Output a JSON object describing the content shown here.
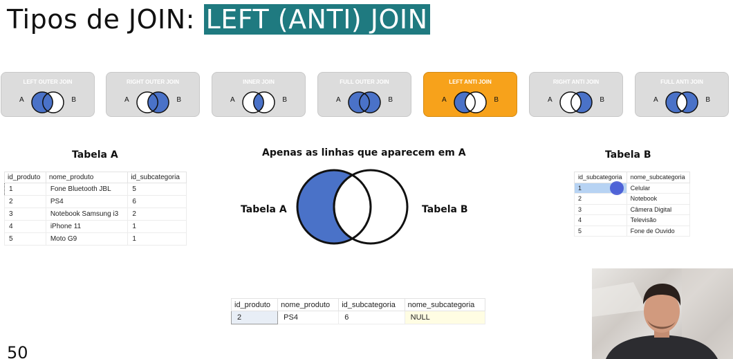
{
  "title": {
    "prefix": "Tipos de JOIN:",
    "highlight": "LEFT (ANTI) JOIN"
  },
  "join_types": [
    {
      "label": "LEFT OUTER JOIN",
      "a": "A",
      "b": "B",
      "active": false
    },
    {
      "label": "RIGHT OUTER JOIN",
      "a": "A",
      "b": "B",
      "active": false
    },
    {
      "label": "INNER JOIN",
      "a": "A",
      "b": "B",
      "active": false
    },
    {
      "label": "FULL OUTER JOIN",
      "a": "A",
      "b": "B",
      "active": false
    },
    {
      "label": "LEFT ANTI JOIN",
      "a": "A",
      "b": "B",
      "active": true
    },
    {
      "label": "RIGHT ANTI JOIN",
      "a": "A",
      "b": "B",
      "active": false
    },
    {
      "label": "FULL ANTI JOIN",
      "a": "A",
      "b": "B",
      "active": false
    }
  ],
  "table_a": {
    "caption": "Tabela A",
    "headers": [
      "id_produto",
      "nome_produto",
      "id_subcategoria"
    ],
    "rows": [
      [
        "1",
        "Fone Bluetooth JBL",
        "5"
      ],
      [
        "2",
        "PS4",
        "6"
      ],
      [
        "3",
        "Notebook Samsung i3",
        "2"
      ],
      [
        "4",
        "iPhone 11",
        "1"
      ],
      [
        "5",
        "Moto G9",
        "1"
      ]
    ]
  },
  "venn": {
    "caption": "Apenas as linhas que aparecem em A",
    "left_label": "Tabela A",
    "right_label": "Tabela B"
  },
  "table_b": {
    "caption": "Tabela B",
    "headers": [
      "id_subcategoria",
      "nome_subcategoria"
    ],
    "rows": [
      [
        "1",
        "Celular"
      ],
      [
        "2",
        "Notebook"
      ],
      [
        "3",
        "Câmera Digital"
      ],
      [
        "4",
        "Televisão"
      ],
      [
        "5",
        "Fone de Ouvido"
      ]
    ]
  },
  "result": {
    "headers": [
      "id_produto",
      "nome_produto",
      "id_subcategoria",
      "nome_subcategoria"
    ],
    "rows": [
      [
        "2",
        "PS4",
        "6",
        "NULL"
      ]
    ]
  },
  "page_number": "50",
  "colors": {
    "accent_teal": "#1f7a80",
    "active_orange": "#f7a21b",
    "venn_blue": "#4a72c8"
  }
}
